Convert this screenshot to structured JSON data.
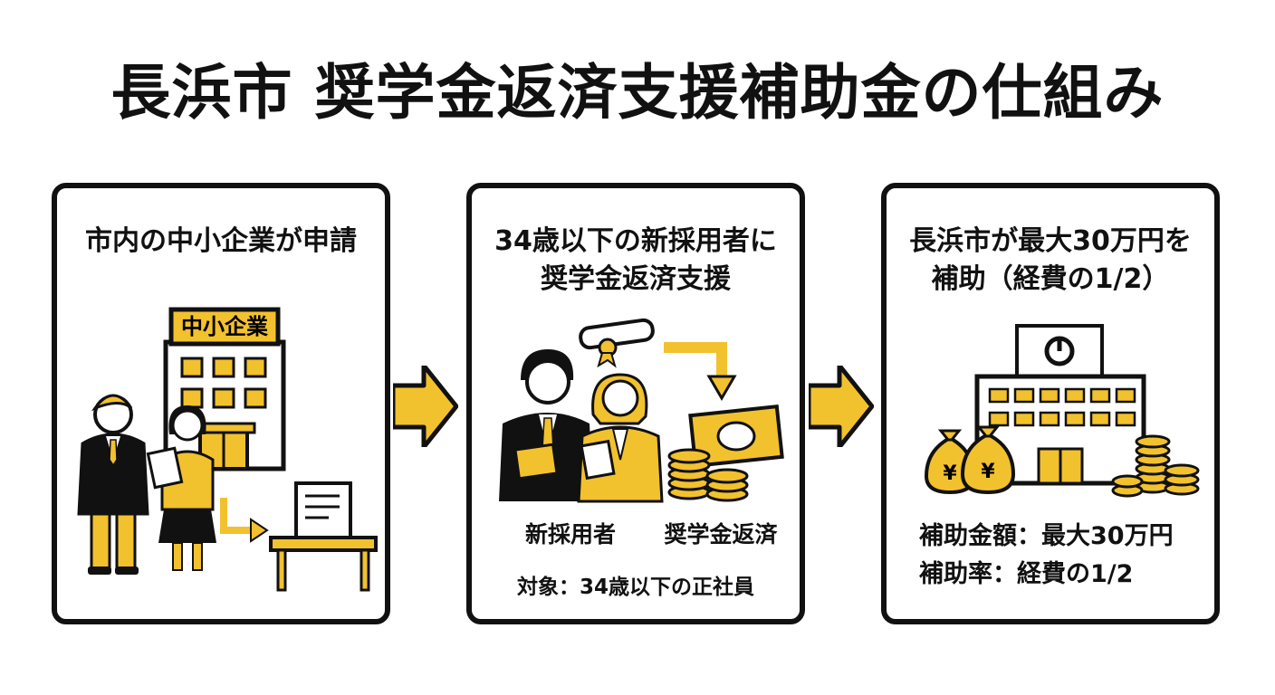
{
  "title": "長浜市 奨学金返済支援補助金の仕組み",
  "colors": {
    "accent": "#F2C12E",
    "ink": "#111111",
    "paper": "#FFFFFF"
  },
  "steps": [
    {
      "heading_lines": [
        "市内の中小企業が申請"
      ],
      "sign": "中小企業",
      "icons": [
        "company-building-icon",
        "businessman-icon",
        "businesswoman-icon",
        "application-form-icon",
        "desk-icon"
      ]
    },
    {
      "heading_lines": [
        "34歳以下の新採用者に",
        "奨学金返済支援"
      ],
      "person_label": "新採用者",
      "money_label": "奨学金返済",
      "target_note": "対象：34歳以下の正社員",
      "icons": [
        "diploma-icon",
        "new-hire-man-icon",
        "new-hire-woman-icon",
        "banknote-icon",
        "coin-stack-icon"
      ]
    },
    {
      "heading_lines": [
        "長浜市が最大30万円を",
        "補助（経費の1/2）"
      ],
      "amount_line": "補助金額：最大30万円",
      "rate_line": "補助率：経費の1/2",
      "icons": [
        "city-hall-icon",
        "yen-money-bag-icon",
        "coin-stack-icon"
      ]
    }
  ],
  "flow_arrows": [
    "arrow-right-icon",
    "arrow-right-icon"
  ]
}
